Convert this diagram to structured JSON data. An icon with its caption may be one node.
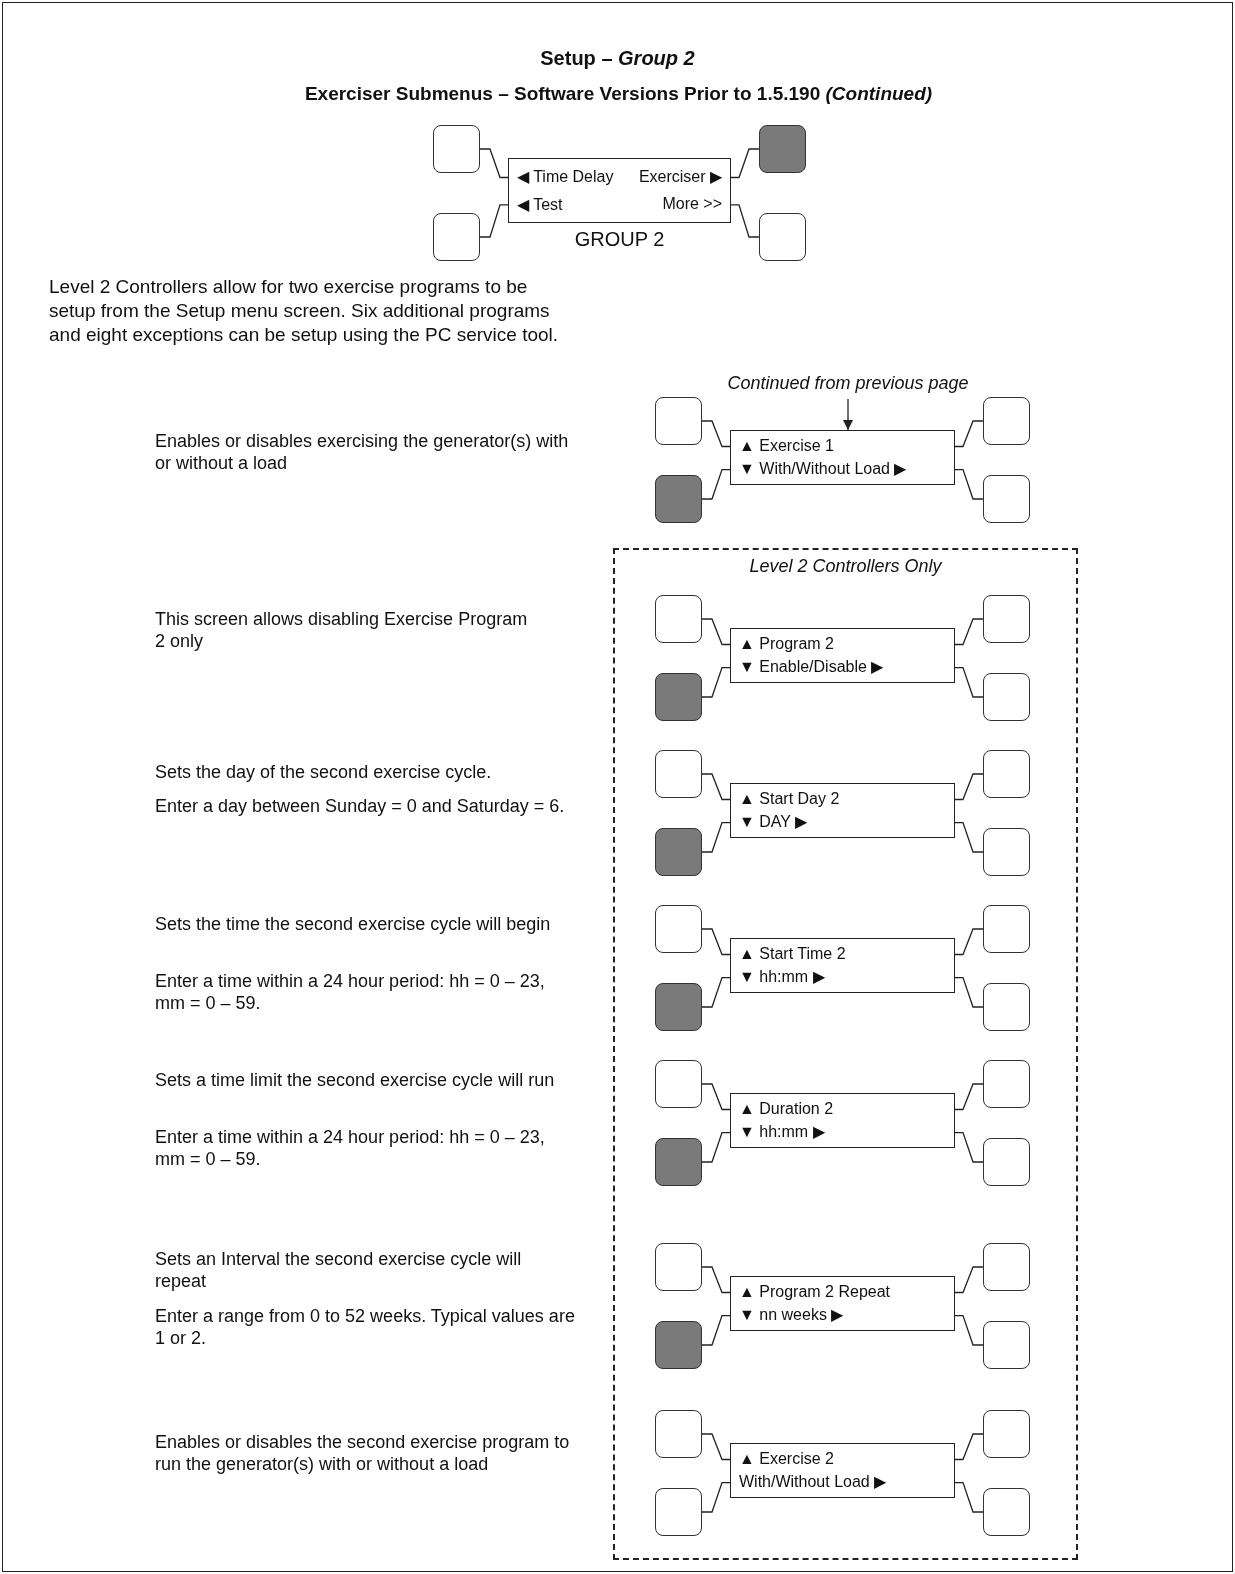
{
  "diagram": {
    "title": "Setup – *Group 2*",
    "nodes": [
      {
        "text": [
          "◀ Time Delay",
          "Exerciser ▶",
          "◀ Test",
          "More >>"
        ],
        "beside": [
          "GROUP 2"
        ]
      },
      {
        "text": [],
        "shape": "box"
      },
      {
        "text": [],
        "shape": "box"
      },
      {
        "text": [],
        "shape": "box"
      },
      {
        "text": [],
        "shape": "box"
      },
      {
        "text": [
          "Continued from previous page"
        ]
      },
      {
        "text": [
          "▲ Exercise 1",
          "▼ With/Without Load ▶"
        ]
      },
      {
        "text": [],
        "shape": "box"
      },
      {
        "text": [],
        "shape": "box"
      },
      {
        "text": [],
        "shape": "box"
      },
      {
        "text": [],
        "shape": "box"
      },
      {
        "text": [
          "Level 2 Controllers Only"
        ]
      },
      {
        "text": [
          "▲ Program 2",
          "▼ Enable/Disable ▶"
        ],
        "in": 11
      },
      {
        "text": [],
        "shape": "box",
        "in": 11
      },
      {
        "text": [],
        "shape": "box",
        "in": 11
      },
      {
        "text": [],
        "shape": "box",
        "in": 11
      },
      {
        "text": [],
        "shape": "box",
        "in": 11
      },
      {
        "text": [
          "▲ Start Day 2",
          "▼ DAY ▶"
        ],
        "in": 11
      },
      {
        "text": [],
        "shape": "box",
        "in": 11
      },
      {
        "text": [],
        "shape": "box",
        "in": 11
      },
      {
        "text": [],
        "shape": "box",
        "in": 11
      },
      {
        "text": [],
        "shape": "box",
        "in": 11
      },
      {
        "text": [
          "▲ Start Time 2",
          "▼ hh:mm ▶"
        ],
        "in": 11
      },
      {
        "text": [],
        "shape": "box",
        "in": 11
      },
      {
        "text": [],
        "shape": "box",
        "in": 11
      },
      {
        "text": [],
        "shape": "box",
        "in": 11
      },
      {
        "text": [],
        "shape": "box",
        "in": 11
      },
      {
        "text": [
          "▲ Duration 2",
          "▼ hh:mm ▶"
        ],
        "in": 11
      },
      {
        "text": [],
        "shape": "box",
        "in": 11
      },
      {
        "text": [],
        "shape": "box",
        "in": 11
      },
      {
        "text": [],
        "shape": "box",
        "in": 11
      },
      {
        "text": [],
        "shape": "box",
        "in": 11
      },
      {
        "text": [
          "▲ Program 2 Repeat",
          "▼ nn weeks ▶"
        ],
        "in": 11
      },
      {
        "text": [],
        "shape": "box",
        "in": 11
      },
      {
        "text": [],
        "shape": "box",
        "in": 11
      },
      {
        "text": [],
        "shape": "box",
        "in": 11
      },
      {
        "text": [],
        "shape": "box",
        "in": 11
      },
      {
        "text": [
          "▲ Exercise 2",
          "With/Without Load ▶"
        ],
        "in": 11
      },
      {
        "text": [],
        "shape": "box",
        "in": 11
      },
      {
        "text": [],
        "shape": "box",
        "in": 11
      },
      {
        "text": [],
        "shape": "box",
        "in": 11
      },
      {
        "text": [],
        "shape": "box",
        "in": 11
      }
    ],
    "edges": [
      {
        "from": 1,
        "to": 0,
        "arrow": "none"
      },
      {
        "from": 2,
        "to": 0,
        "arrow": "none"
      },
      {
        "from": 3,
        "to": 0,
        "arrow": "none"
      },
      {
        "from": 4,
        "to": 0,
        "arrow": "none"
      },
      {
        "from": 5,
        "to": 6,
        "arrow": "to"
      },
      {
        "from": 7,
        "to": 6,
        "arrow": "none"
      },
      {
        "from": 8,
        "to": 6,
        "arrow": "none"
      },
      {
        "from": 9,
        "to": 6,
        "arrow": "none"
      },
      {
        "from": 10,
        "to": 6,
        "arrow": "none"
      },
      {
        "from": 13,
        "to": 12,
        "arrow": "none"
      },
      {
        "from": 14,
        "to": 12,
        "arrow": "none"
      },
      {
        "from": 15,
        "to": 12,
        "arrow": "none"
      },
      {
        "from": 16,
        "to": 12,
        "arrow": "none"
      },
      {
        "from": 18,
        "to": 17,
        "arrow": "none"
      },
      {
        "from": 19,
        "to": 17,
        "arrow": "none"
      },
      {
        "from": 20,
        "to": 17,
        "arrow": "none"
      },
      {
        "from": 21,
        "to": 17,
        "arrow": "none"
      },
      {
        "from": 23,
        "to": 22,
        "arrow": "none"
      },
      {
        "from": 24,
        "to": 22,
        "arrow": "none"
      },
      {
        "from": 25,
        "to": 22,
        "arrow": "none"
      },
      {
        "from": 26,
        "to": 22,
        "arrow": "none"
      },
      {
        "from": 28,
        "to": 27,
        "arrow": "none"
      },
      {
        "from": 29,
        "to": 27,
        "arrow": "none"
      },
      {
        "from": 30,
        "to": 27,
        "arrow": "none"
      },
      {
        "from": 31,
        "to": 27,
        "arrow": "none"
      },
      {
        "from": 33,
        "to": 32,
        "arrow": "none"
      },
      {
        "from": 34,
        "to": 32,
        "arrow": "none"
      },
      {
        "from": 35,
        "to": 32,
        "arrow": "none"
      },
      {
        "from": 36,
        "to": 32,
        "arrow": "none"
      },
      {
        "from": 38,
        "to": 37,
        "arrow": "none"
      },
      {
        "from": 39,
        "to": 37,
        "arrow": "none"
      },
      {
        "from": 40,
        "to": 37,
        "arrow": "none"
      },
      {
        "from": 41,
        "to": 37,
        "arrow": "none"
      }
    ],
    "labels": [
      "Exerciser Submenus – Software Versions Prior to 1.5.190 *(Continued)*",
      "Level 2 Controllers allow for two exercise programs to be setup from the Setup menu screen. Six additional programs and eight exceptions can be setup using the PC service tool.",
      "Enables or disables exercising the generator(s) with or without a load",
      "This screen allows disabling Exercise Program 2 only",
      "Sets the day of the second exercise cycle.",
      "Enter a day between Sunday = 0 and Saturday = 6.",
      "Sets the time the second exercise cycle will begin",
      "Enter a time within a 24 hour period: hh = 0 – 23, mm = 0 – 59.",
      "Sets a time limit the second exercise cycle will run",
      "Enter a time within a 24 hour period: hh = 0 – 23, mm = 0 – 59.",
      "Sets an Interval the second exercise cycle will repeat",
      "Enter a range from 0 to 52 weeks. Typical values are 1 or 2.",
      "Enables or disables the second exercise program to run the generator(s) with or without a load"
    ]
  }
}
